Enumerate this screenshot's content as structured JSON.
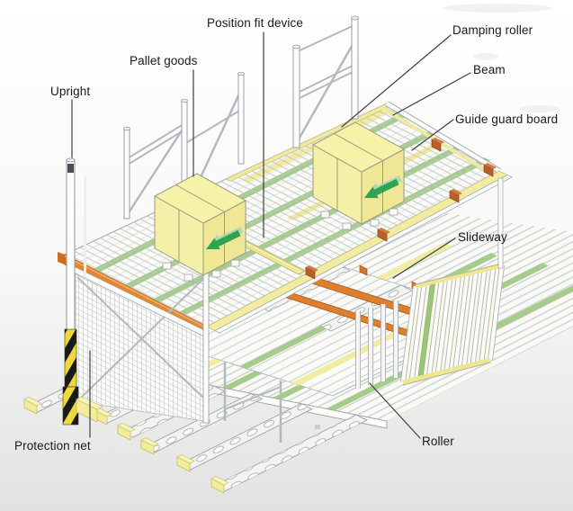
{
  "diagram": {
    "type": "isometric-technical-diagram",
    "subject": "Pallet flow gravity racking system with labeled components",
    "labels": [
      {
        "id": "upright",
        "text": "Upright"
      },
      {
        "id": "pallet-goods",
        "text": "Pallet goods"
      },
      {
        "id": "position-fit-device",
        "text": "Position fit device"
      },
      {
        "id": "damping-roller",
        "text": "Damping roller"
      },
      {
        "id": "beam",
        "text": "Beam"
      },
      {
        "id": "guide-guard-board",
        "text": "Guide guard board"
      },
      {
        "id": "slideway",
        "text": "Slideway"
      },
      {
        "id": "roller",
        "text": "Roller"
      },
      {
        "id": "protection-net",
        "text": "Protection net"
      }
    ],
    "colors": {
      "pallet_goods_yellow": "#F5F1A4",
      "flow_arrow_green": "#2FA352",
      "lane_strip_green": "#A5CC8B",
      "beam_orange": "#E2862F",
      "slideway_orange": "#DD7F2E",
      "guard_board_yellow": "#F2ECA0",
      "hazard_guard_yellow": "#EED93C",
      "hazard_guard_black": "#1A1A1A",
      "structure_gray": "#9FA5A9",
      "background_bottom_gray": "#E1E2E1"
    }
  }
}
